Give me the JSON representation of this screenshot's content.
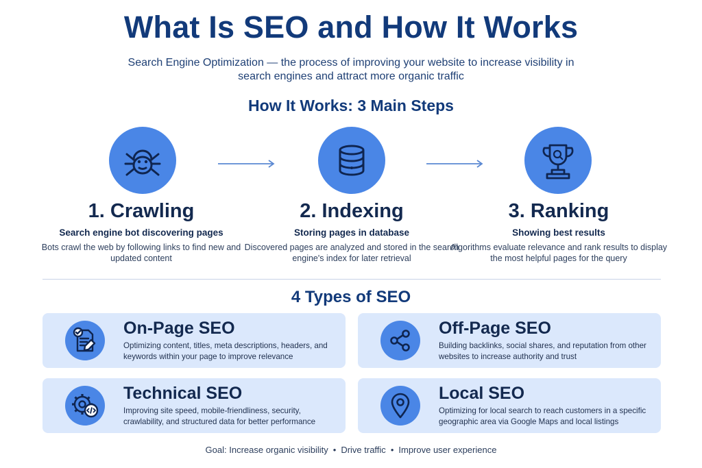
{
  "title": "What Is SEO and How It Works",
  "subtitle": "Search Engine Optimization — the process of improving your website to increase visibility in search engines and attract more organic traffic",
  "steps_heading": "How It Works: 3 Main Steps",
  "steps": [
    {
      "icon": "spider-icon",
      "title": "1. Crawling",
      "subtitle": "Search engine bot discovering pages",
      "description": "Bots crawl the web by following links to find new and updated content"
    },
    {
      "icon": "database-icon",
      "title": "2. Indexing",
      "subtitle": "Storing pages in database",
      "description": "Discovered pages are analyzed and stored in the search engine's index for later retrieval"
    },
    {
      "icon": "trophy-icon",
      "title": "3. Ranking",
      "subtitle": "Showing best results",
      "description": "Algorithms evaluate relevance and rank results to display the most helpful pages for the query"
    }
  ],
  "types_heading": "4 Types of SEO",
  "types": [
    {
      "icon": "document-edit-icon",
      "title": "On-Page SEO",
      "description": "Optimizing content, titles, meta descriptions, headers, and keywords within your page to improve relevance"
    },
    {
      "icon": "share-icon",
      "title": "Off-Page SEO",
      "description": "Building backlinks, social shares, and reputation from other websites to increase authority and trust"
    },
    {
      "icon": "gear-code-icon",
      "title": "Technical SEO",
      "description": "Improving site speed, mobile-friendliness, security, crawlability, and structured data for better performance"
    },
    {
      "icon": "location-pin-icon",
      "title": "Local SEO",
      "description": "Optimizing for local search to reach customers in a specific geographic area via Google Maps and local listings"
    }
  ],
  "goal": {
    "label": "Goal: Increase organic visibility",
    "separator": "•",
    "item2": "Drive traffic",
    "item3": "Improve user experience"
  },
  "colors": {
    "accent": "#4a86e6",
    "heading": "#123a7a",
    "card_bg": "#dbe8fc"
  }
}
